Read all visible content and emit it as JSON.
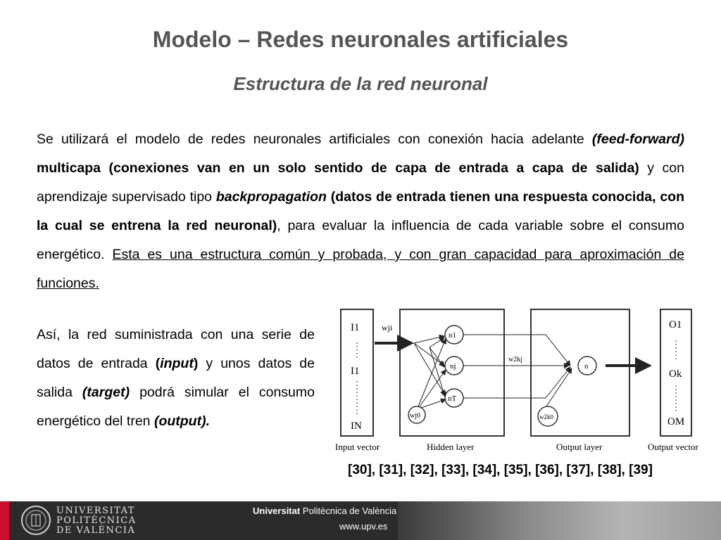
{
  "slide": {
    "title": "Modelo – Redes neuronales artificiales",
    "subtitle": "Estructura de la red neuronal",
    "para1": {
      "t1": "Se utilizará el modelo de redes neuronales artificiales con conexión hacia adelante ",
      "t2": "(feed-forward)",
      "t3": " multicapa (conexiones van en un solo sentido de capa de entrada a capa de salida)",
      "t4": " y con aprendizaje supervisado tipo ",
      "t5": "backpropagation",
      "t6": " (datos de entrada tienen una respuesta conocida, con la cual se entrena la red neuronal)",
      "t7": ", para evaluar la influencia de cada variable sobre el consumo energético. ",
      "t8": "Esta es una estructura común y probada, y con gran capacidad para aproximación de funciones."
    },
    "para2": {
      "t1": "Así, la red suministrada con una serie de datos de entrada ",
      "t2": "(",
      "t3": "input",
      "t4": ")",
      "t5": " y unos datos de salida ",
      "t6": "(target)",
      "t7": " podrá simular el consumo energético del tren ",
      "t8": "(output)."
    },
    "references": "[30], [31], [32], [33], [34], [35], [36], [37], [38], [39]"
  },
  "diagram": {
    "input_labels": [
      "I1",
      "I1",
      "IN"
    ],
    "hidden_nodes": [
      "n1",
      "nj",
      "nT"
    ],
    "bias_hidden": "wj0",
    "weight_in": "wji",
    "weight_hidden_out": "w2kj",
    "output_node": "n",
    "bias_out": "w2k0",
    "output_labels": [
      "O1",
      "Ok",
      "OM"
    ],
    "captions": {
      "input": "Input vector",
      "hidden": "Hidden layer",
      "output_layer": "Output layer",
      "output_vector": "Output vector"
    }
  },
  "footer": {
    "university_line1": "UNIVERSITAT",
    "university_line2": "POLITÈCNICA",
    "university_line3": "DE VALÈNCIA",
    "university_name_1": "Universitat",
    "university_name_2": " Politècnica de València",
    "url": "www.upv.es"
  },
  "colors": {
    "title": "#555555",
    "footer_bg": "#2b2b2b",
    "accent_red": "#c8102e"
  }
}
